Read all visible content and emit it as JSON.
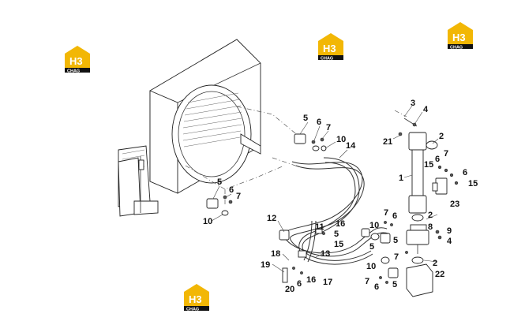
{
  "logos": [
    {
      "brand": "H3",
      "sub": "CHAG"
    },
    {
      "brand": "H3",
      "sub": "CHAG"
    },
    {
      "brand": "H3",
      "sub": "CHAG"
    },
    {
      "brand": "H3",
      "sub": "CHAG"
    }
  ],
  "callouts": [
    "5",
    "6",
    "7",
    "10",
    "14",
    "5",
    "6",
    "7",
    "10",
    "3",
    "4",
    "21",
    "2",
    "1",
    "15",
    "6",
    "7",
    "6",
    "15",
    "23",
    "12",
    "11",
    "16",
    "5",
    "15",
    "13",
    "18",
    "19",
    "20",
    "6",
    "16",
    "17",
    "7",
    "6",
    "10",
    "5",
    "7",
    "10",
    "5",
    "6",
    "5",
    "7",
    "2",
    "8",
    "9",
    "4",
    "2",
    "22"
  ]
}
